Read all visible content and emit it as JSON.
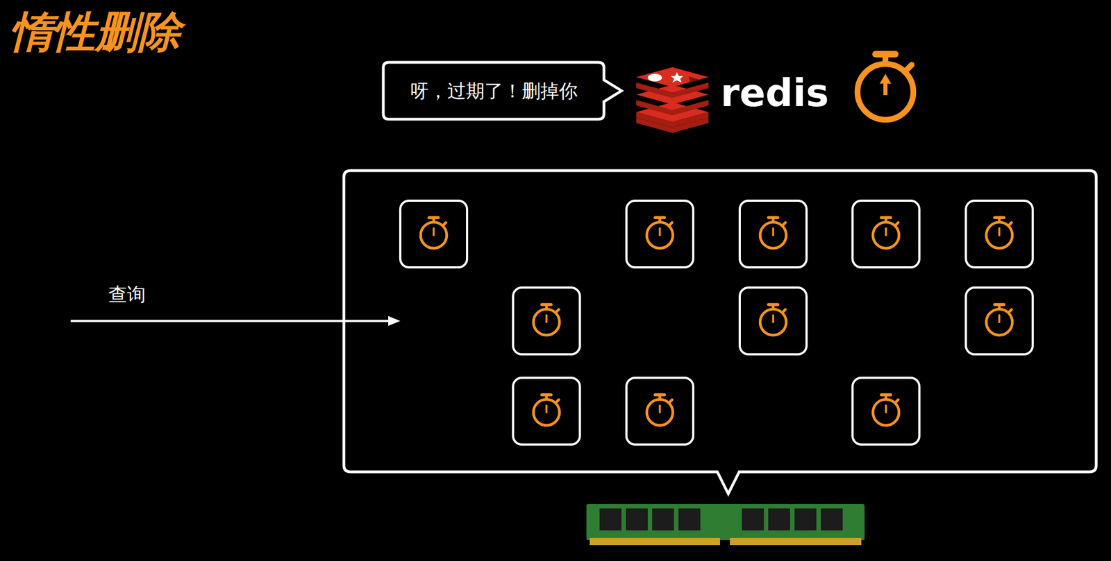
{
  "diagram": {
    "title": "惰性删除",
    "nodes": [
      {
        "text": [
          "呀，过期了！删掉你"
        ]
      }
    ],
    "labels": [
      "查询",
      "redis"
    ]
  }
}
